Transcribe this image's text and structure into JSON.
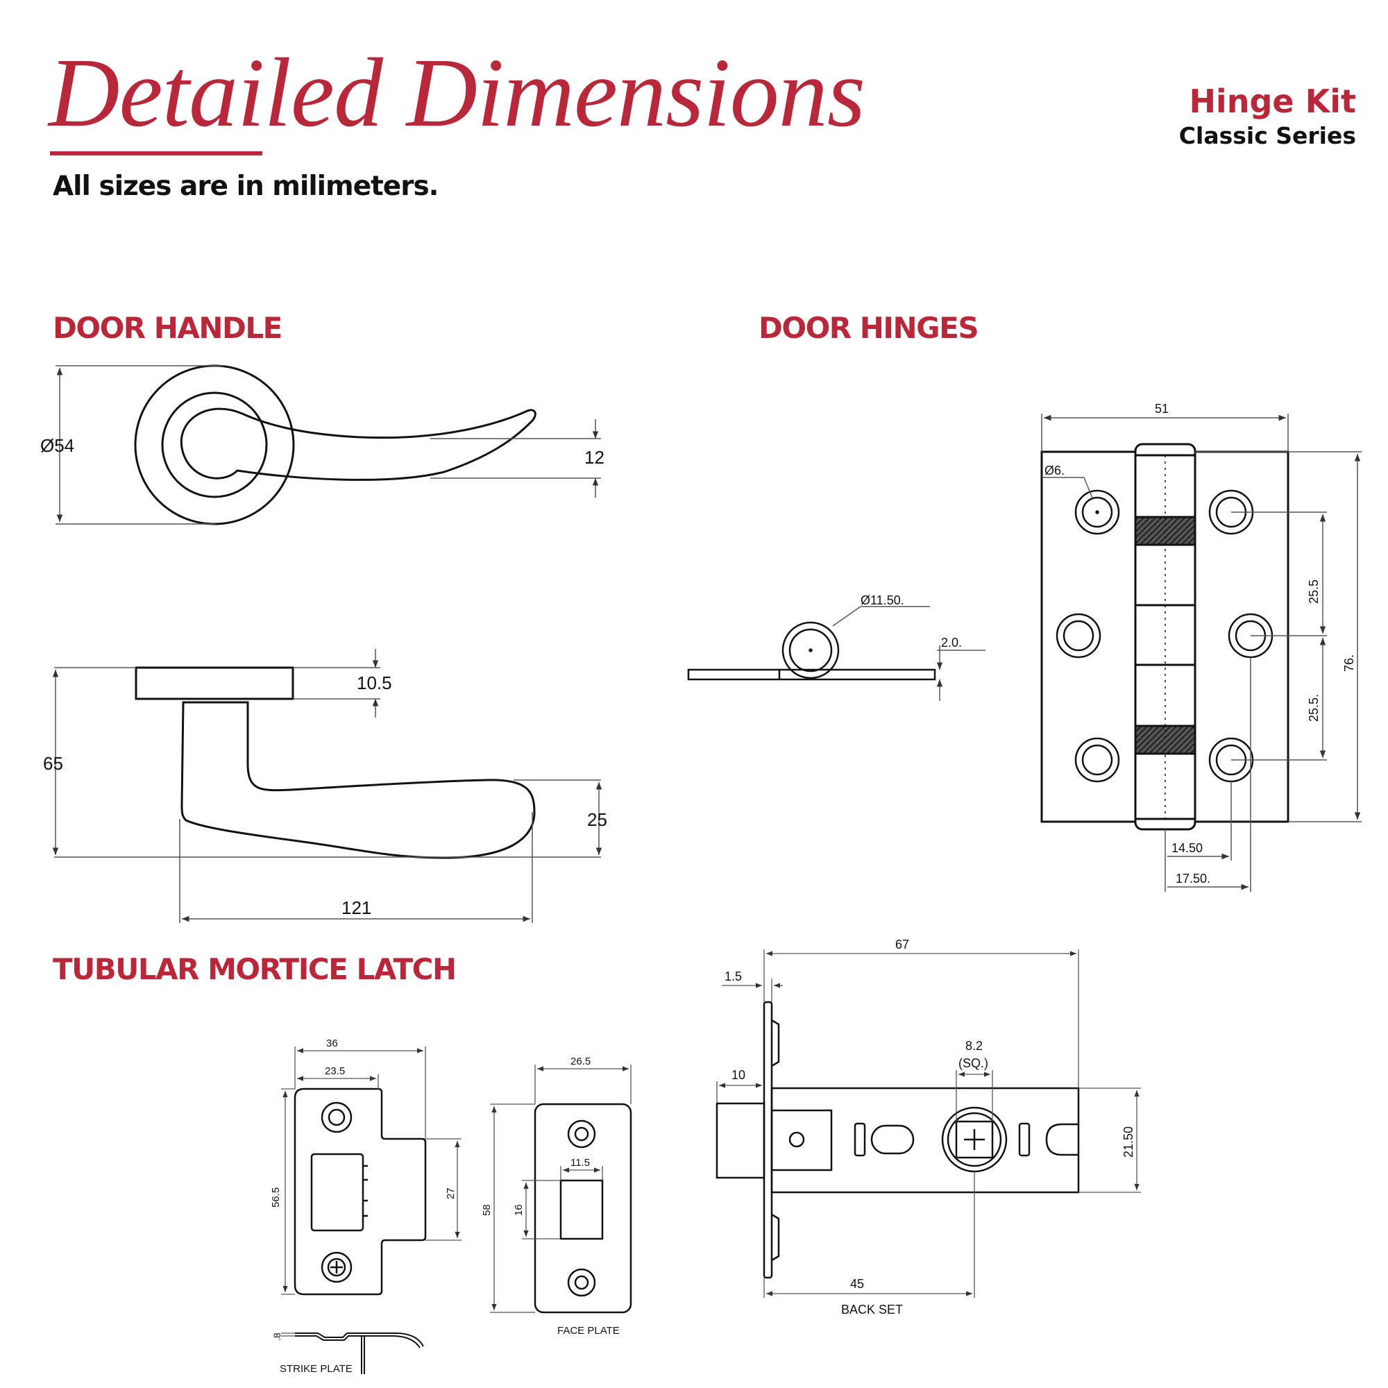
{
  "header": {
    "title": "Detailed Dimensions",
    "subtitle": "All sizes are in milimeters.",
    "product_name": "Hinge Kit",
    "product_series": "Classic Series"
  },
  "colors": {
    "accent": "#b8283a",
    "ink": "#111111",
    "dim_line": "#777777"
  },
  "sections": {
    "door_handle": {
      "title": "DOOR HANDLE",
      "dims": {
        "rose_diameter": "Ø54",
        "lever_thickness": "12",
        "rose_height": "10.5",
        "total_height": "65",
        "lever_grip": "25",
        "lever_length": "121"
      }
    },
    "door_hinges": {
      "title": "DOOR HINGES",
      "dims": {
        "width": "51",
        "hole_diameter": "Ø6.",
        "knuckle_diameter": "Ø11.50.",
        "leaf_thickness": "2.0.",
        "hole_spacing_top": "25.5",
        "hole_spacing_bottom": "25.5.",
        "height": "76.",
        "offset_a": "14.50",
        "offset_b": "17.50."
      }
    },
    "tubular_mortice_latch": {
      "title": "TUBULAR MORTICE LATCH",
      "dims": {
        "strike_width": "36",
        "strike_inner": "23.5",
        "strike_height": "56.5",
        "strike_tab": "27",
        "strike_depth": ".8",
        "face_width": "26.5",
        "face_slot_width": "11.5",
        "face_height": "58",
        "face_slot_height": "16",
        "body_length": "67",
        "forend_thickness": "1.5",
        "spindle_size": "8.2",
        "spindle_note": "(SQ.)",
        "bolt_projection": "10",
        "body_height": "21.50",
        "backset": "45"
      },
      "labels": {
        "strike_plate": "STRIKE PLATE",
        "face_plate": "FACE PLATE",
        "back_set": "BACK SET"
      }
    }
  }
}
